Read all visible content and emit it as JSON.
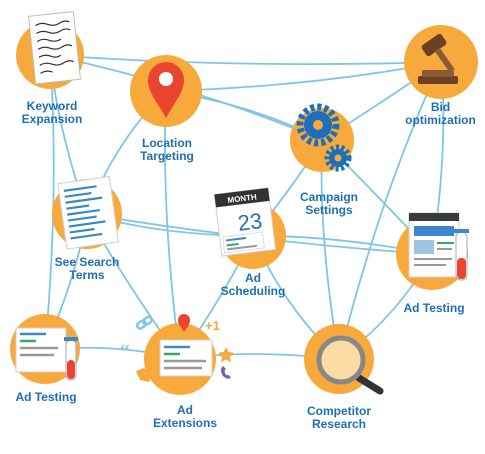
{
  "colors": {
    "connector": "#7fc6e6",
    "node_fill": "#f7a93c",
    "label": "#1f6fb4",
    "pin": "#e9452f",
    "gear": "#1e6fb9",
    "gavel": "#6b4023",
    "lens": "#fbdca3",
    "doc_bar_blue": "#3b89c9",
    "doc_bar_green": "#38a85a"
  },
  "nodes": [
    {
      "id": "keyword-expansion",
      "label": "Keyword\nExpansion",
      "icon": "document-icon"
    },
    {
      "id": "location-targeting",
      "label": "Location\nTargeting",
      "icon": "map-pin-icon"
    },
    {
      "id": "bid-optimization",
      "label": "Bid\noptimization",
      "icon": "gavel-icon"
    },
    {
      "id": "campaign-settings",
      "label": "Campaign\nSettings",
      "icon": "gears-icon"
    },
    {
      "id": "see-search-terms",
      "label": "See Search\nTerms",
      "icon": "search-terms-list-icon"
    },
    {
      "id": "ad-scheduling",
      "label": "Ad\nScheduling",
      "icon": "calendar-icon",
      "calendar_month": "MONTH",
      "calendar_day": "23"
    },
    {
      "id": "ad-testing-right",
      "label": "Ad Testing",
      "icon": "test-tube-icon"
    },
    {
      "id": "ad-testing-left",
      "label": "Ad Testing",
      "icon": "test-tube-icon"
    },
    {
      "id": "ad-extensions",
      "label": "Ad\nExtensions",
      "icon": "ad-extensions-icon",
      "badge": "+1"
    },
    {
      "id": "competitor-research",
      "label": "Competitor\nResearch",
      "icon": "magnifier-icon"
    }
  ],
  "edges": [
    [
      "keyword-expansion",
      "bid-optimization"
    ],
    [
      "keyword-expansion",
      "campaign-settings"
    ],
    [
      "keyword-expansion",
      "see-search-terms"
    ],
    [
      "location-targeting",
      "bid-optimization"
    ],
    [
      "location-targeting",
      "see-search-terms"
    ],
    [
      "location-targeting",
      "campaign-settings"
    ],
    [
      "bid-optimization",
      "campaign-settings"
    ],
    [
      "bid-optimization",
      "ad-testing-right"
    ],
    [
      "bid-optimization",
      "competitor-research"
    ],
    [
      "campaign-settings",
      "ad-testing-right"
    ],
    [
      "campaign-settings",
      "competitor-research"
    ],
    [
      "campaign-settings",
      "ad-scheduling"
    ],
    [
      "see-search-terms",
      "ad-scheduling"
    ],
    [
      "see-search-terms",
      "ad-testing-left"
    ],
    [
      "see-search-terms",
      "ad-extensions"
    ],
    [
      "see-search-terms",
      "ad-testing-right"
    ],
    [
      "ad-scheduling",
      "ad-testing-right"
    ],
    [
      "ad-scheduling",
      "ad-extensions"
    ],
    [
      "ad-scheduling",
      "competitor-research"
    ],
    [
      "ad-testing-left",
      "ad-extensions"
    ],
    [
      "ad-extensions",
      "competitor-research"
    ],
    [
      "ad-testing-right",
      "competitor-research"
    ],
    [
      "location-targeting",
      "ad-extensions"
    ],
    [
      "keyword-expansion",
      "ad-testing-left"
    ]
  ]
}
